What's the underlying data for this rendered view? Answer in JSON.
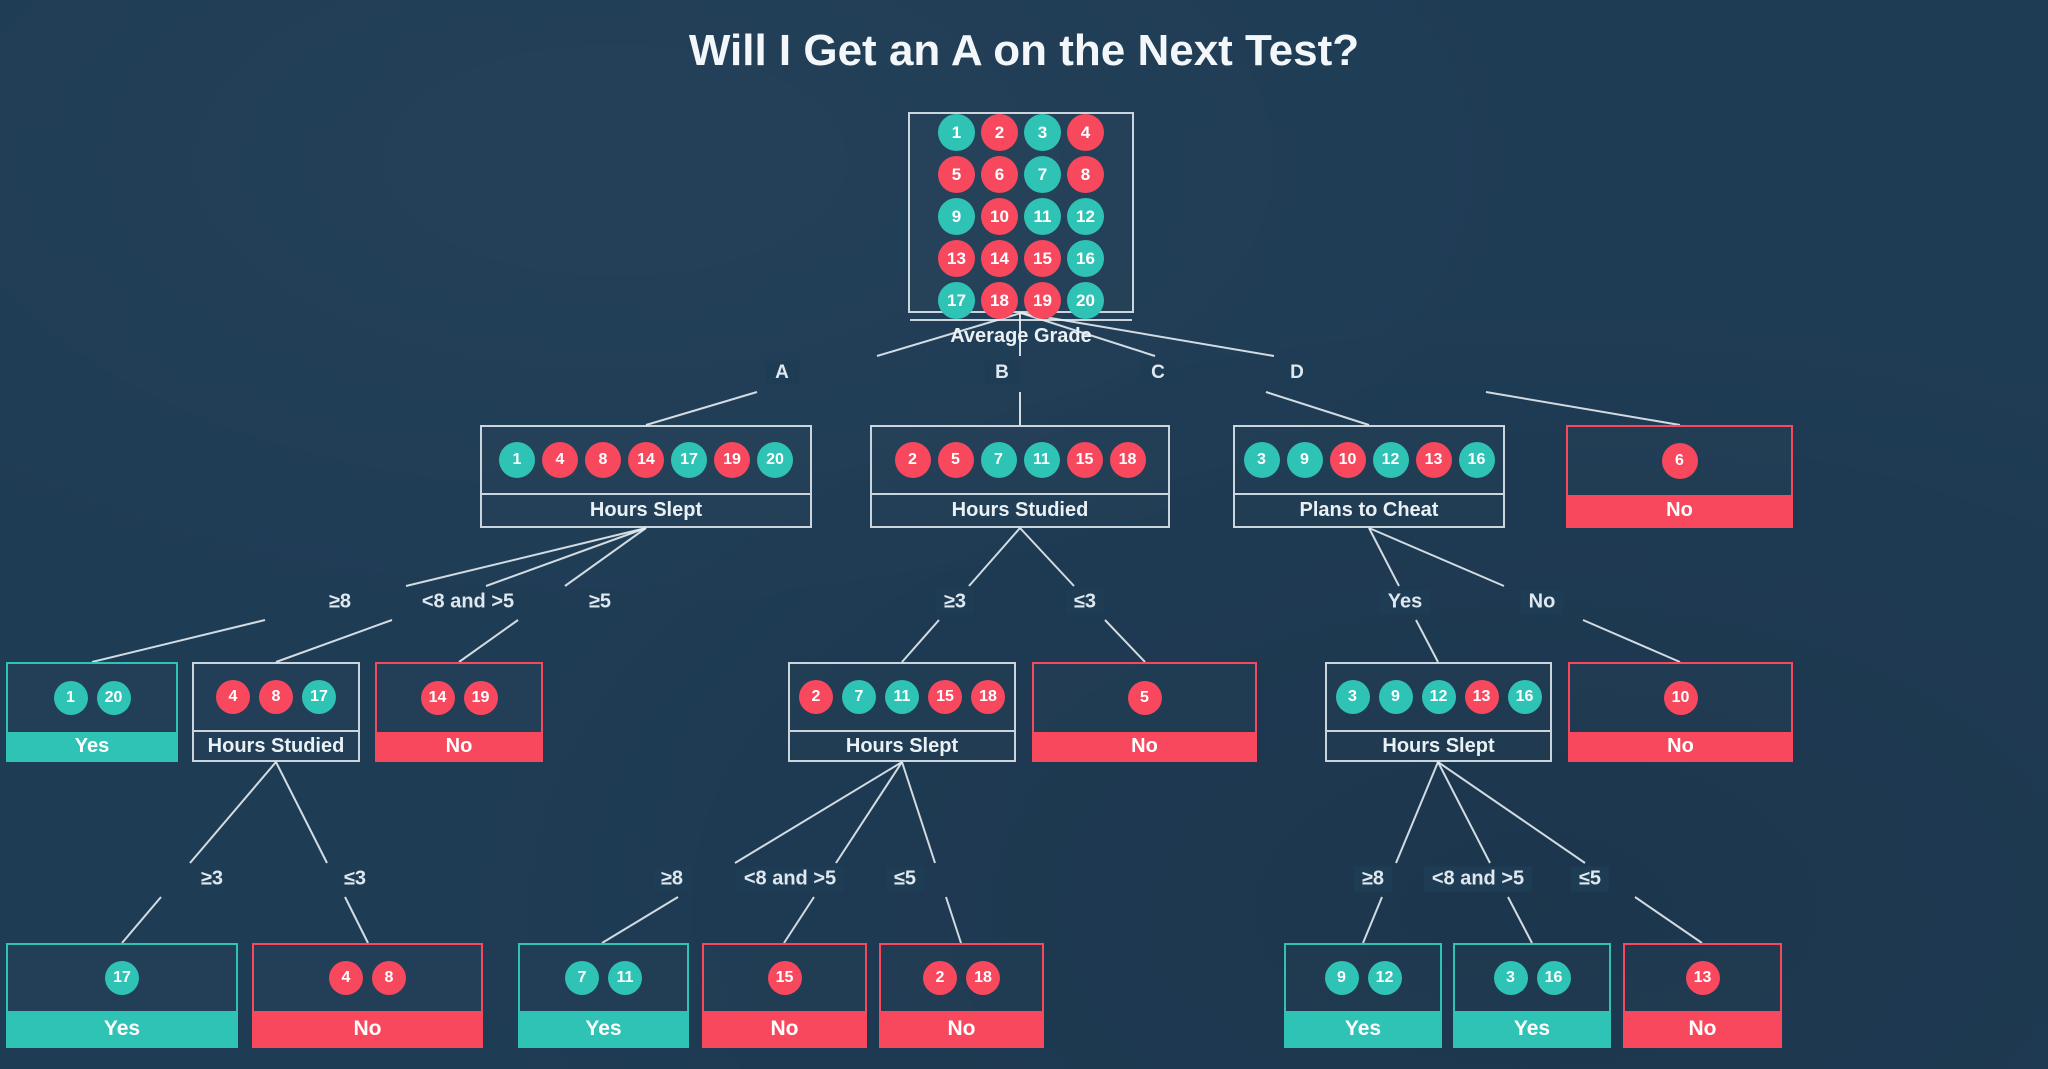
{
  "title": "Will I Get an A on the Next Test?",
  "colors": {
    "background": "#1f3c55",
    "teal": "#2fc3b5",
    "red": "#f8485e",
    "line": "#e6edf2",
    "text": "#ffffff"
  },
  "nodes": {
    "root": {
      "label": "Average Grade",
      "circles": [
        {
          "n": "1",
          "c": "t"
        },
        {
          "n": "2",
          "c": "r"
        },
        {
          "n": "3",
          "c": "t"
        },
        {
          "n": "4",
          "c": "r"
        },
        {
          "n": "5",
          "c": "r"
        },
        {
          "n": "6",
          "c": "r"
        },
        {
          "n": "7",
          "c": "t"
        },
        {
          "n": "8",
          "c": "r"
        },
        {
          "n": "9",
          "c": "t"
        },
        {
          "n": "10",
          "c": "r"
        },
        {
          "n": "11",
          "c": "t"
        },
        {
          "n": "12",
          "c": "t"
        },
        {
          "n": "13",
          "c": "r"
        },
        {
          "n": "14",
          "c": "r"
        },
        {
          "n": "15",
          "c": "r"
        },
        {
          "n": "16",
          "c": "t"
        },
        {
          "n": "17",
          "c": "t"
        },
        {
          "n": "18",
          "c": "r"
        },
        {
          "n": "19",
          "c": "r"
        },
        {
          "n": "20",
          "c": "t"
        }
      ]
    },
    "hours_slept_a": {
      "label": "Hours Slept",
      "circles": [
        {
          "n": "1",
          "c": "t"
        },
        {
          "n": "4",
          "c": "r"
        },
        {
          "n": "8",
          "c": "r"
        },
        {
          "n": "14",
          "c": "r"
        },
        {
          "n": "17",
          "c": "t"
        },
        {
          "n": "19",
          "c": "r"
        },
        {
          "n": "20",
          "c": "t"
        }
      ]
    },
    "hours_studied_b": {
      "label": "Hours Studied",
      "circles": [
        {
          "n": "2",
          "c": "r"
        },
        {
          "n": "5",
          "c": "r"
        },
        {
          "n": "7",
          "c": "t"
        },
        {
          "n": "11",
          "c": "t"
        },
        {
          "n": "15",
          "c": "r"
        },
        {
          "n": "18",
          "c": "r"
        }
      ]
    },
    "plans_to_cheat_c": {
      "label": "Plans to Cheat",
      "circles": [
        {
          "n": "3",
          "c": "t"
        },
        {
          "n": "9",
          "c": "t"
        },
        {
          "n": "10",
          "c": "r"
        },
        {
          "n": "12",
          "c": "t"
        },
        {
          "n": "13",
          "c": "r"
        },
        {
          "n": "16",
          "c": "t"
        }
      ]
    },
    "no_d": {
      "label": "No",
      "circles": [
        {
          "n": "6",
          "c": "r"
        }
      ]
    },
    "yes_1_20": {
      "label": "Yes",
      "circles": [
        {
          "n": "1",
          "c": "t"
        },
        {
          "n": "20",
          "c": "t"
        }
      ]
    },
    "hours_studied_2": {
      "label": "Hours Studied",
      "circles": [
        {
          "n": "4",
          "c": "r"
        },
        {
          "n": "8",
          "c": "r"
        },
        {
          "n": "17",
          "c": "t"
        }
      ]
    },
    "no_14_19": {
      "label": "No",
      "circles": [
        {
          "n": "14",
          "c": "r"
        },
        {
          "n": "19",
          "c": "r"
        }
      ]
    },
    "hours_slept_mid": {
      "label": "Hours Slept",
      "circles": [
        {
          "n": "2",
          "c": "r"
        },
        {
          "n": "7",
          "c": "t"
        },
        {
          "n": "11",
          "c": "t"
        },
        {
          "n": "15",
          "c": "r"
        },
        {
          "n": "18",
          "c": "r"
        }
      ]
    },
    "no_5": {
      "label": "No",
      "circles": [
        {
          "n": "5",
          "c": "r"
        }
      ]
    },
    "hours_slept_right": {
      "label": "Hours Slept",
      "circles": [
        {
          "n": "3",
          "c": "t"
        },
        {
          "n": "9",
          "c": "t"
        },
        {
          "n": "12",
          "c": "t"
        },
        {
          "n": "13",
          "c": "r"
        },
        {
          "n": "16",
          "c": "t"
        }
      ]
    },
    "no_10": {
      "label": "No",
      "circles": [
        {
          "n": "10",
          "c": "r"
        }
      ]
    },
    "yes_17": {
      "label": "Yes",
      "circles": [
        {
          "n": "17",
          "c": "t"
        }
      ]
    },
    "no_4_8": {
      "label": "No",
      "circles": [
        {
          "n": "4",
          "c": "r"
        },
        {
          "n": "8",
          "c": "r"
        }
      ]
    },
    "yes_7_11": {
      "label": "Yes",
      "circles": [
        {
          "n": "7",
          "c": "t"
        },
        {
          "n": "11",
          "c": "t"
        }
      ]
    },
    "no_15": {
      "label": "No",
      "circles": [
        {
          "n": "15",
          "c": "r"
        }
      ]
    },
    "no_2_18": {
      "label": "No",
      "circles": [
        {
          "n": "2",
          "c": "r"
        },
        {
          "n": "18",
          "c": "r"
        }
      ]
    },
    "yes_9_12": {
      "label": "Yes",
      "circles": [
        {
          "n": "9",
          "c": "t"
        },
        {
          "n": "12",
          "c": "t"
        }
      ]
    },
    "yes_3_16": {
      "label": "Yes",
      "circles": [
        {
          "n": "3",
          "c": "t"
        },
        {
          "n": "16",
          "c": "t"
        }
      ]
    },
    "no_13": {
      "label": "No",
      "circles": [
        {
          "n": "13",
          "c": "r"
        }
      ]
    }
  },
  "edge_labels": {
    "a": "A",
    "b": "B",
    "c": "C",
    "d": "D",
    "a_ge8": "≥8",
    "a_between": "<8 and >5",
    "a_ge5": "≥5",
    "b_ge3": "≥3",
    "b_le3": "≤3",
    "c_yes": "Yes",
    "c_no": "No",
    "l_ge3": "≥3",
    "l_le3": "≤3",
    "m_ge8": "≥8",
    "m_between": "<8 and >5",
    "m_le5": "≤5",
    "r_ge8": "≥8",
    "r_between": "<8 and >5",
    "r_le5": "≤5"
  }
}
